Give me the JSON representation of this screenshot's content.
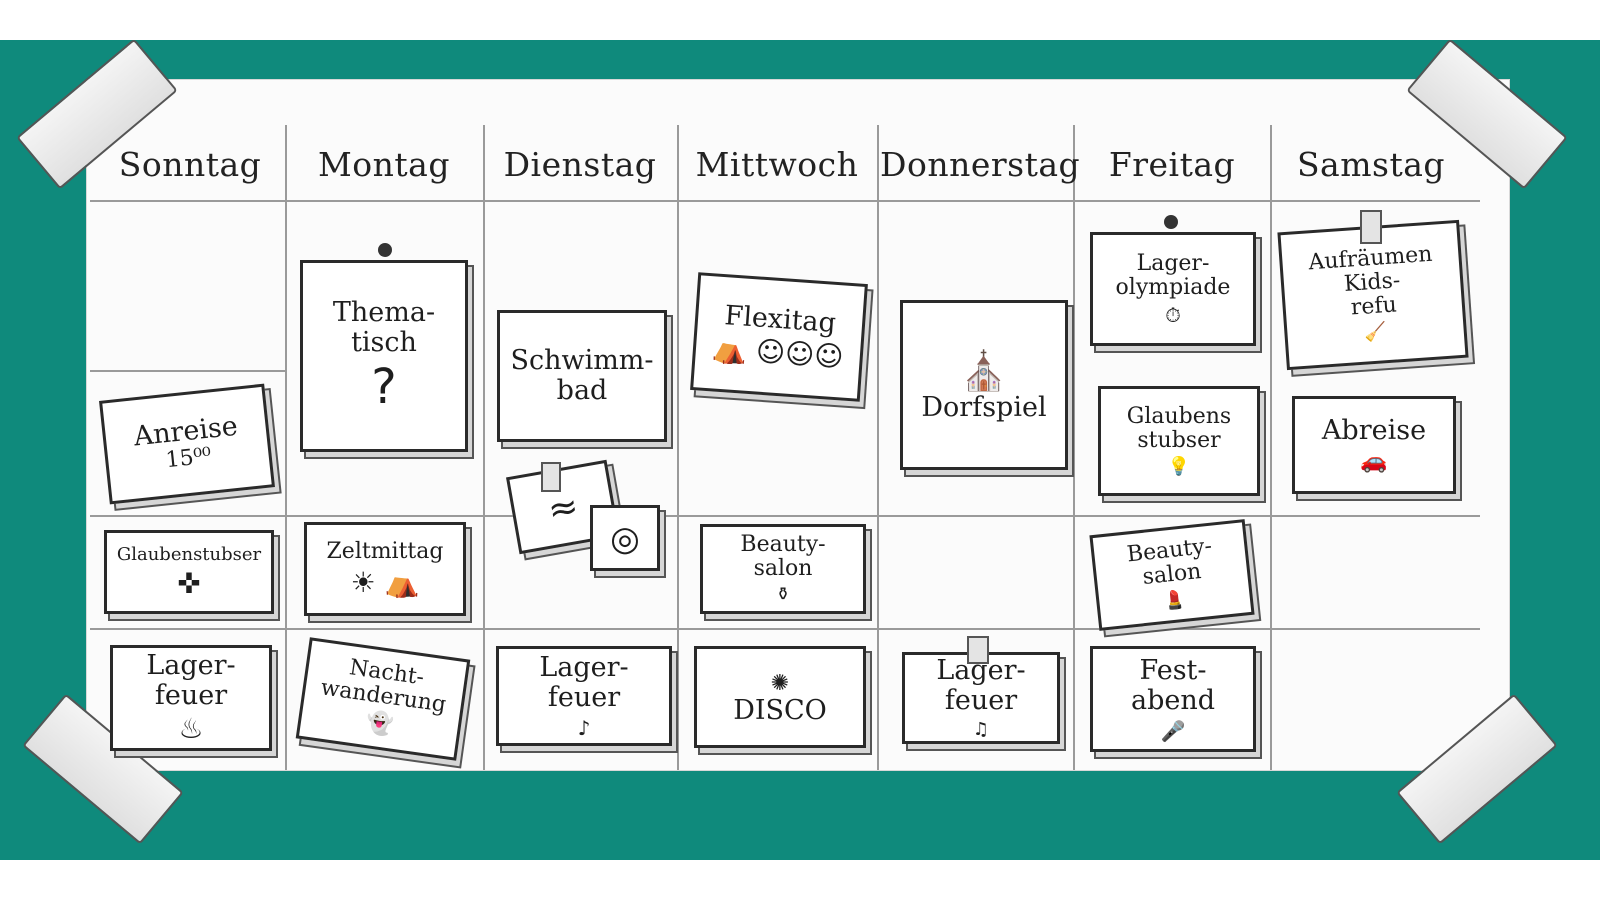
{
  "days": [
    "Sonntag",
    "Montag",
    "Dienstag",
    "Mittwoch",
    "Donnerstag",
    "Freitag",
    "Samstag"
  ],
  "cards": {
    "anreise": {
      "title": "Anreise",
      "time": "15⁰⁰"
    },
    "glaubenstubser_so": {
      "title": "Glaubenstubser",
      "icon": "cross-icon"
    },
    "lagerfeuer_so": {
      "title": "Lager-\nfeuer",
      "icon": "fire-icon"
    },
    "thematisch": {
      "title": "Thema-\ntisch",
      "icon_glyph": "?"
    },
    "zeltmittag": {
      "title": "Zeltmittag",
      "icon": "sun-tent-icon"
    },
    "nachtwanderung": {
      "title": "Nacht-\nwanderung",
      "icon": "ghost-icon"
    },
    "schwimmbad": {
      "title": "Schwimm-\nbad"
    },
    "wave_image": {
      "icon": "wave-icon"
    },
    "lifebuoy_image": {
      "icon": "lifebuoy-icon"
    },
    "lagerfeuer_di": {
      "title": "Lager-\nfeuer",
      "icon": "music-note-icon"
    },
    "flexitag": {
      "title": "Flexitag",
      "icon": "tent-kids-icon"
    },
    "beautysalon_mi": {
      "title": "Beauty-\nsalon",
      "icon": "cosmetics-icon"
    },
    "disco": {
      "title": "DISCO",
      "icon": "disco-ball-icon"
    },
    "dorfspiel": {
      "title": "Dorfspiel",
      "icon": "village-icon"
    },
    "lagerfeuer_do": {
      "title": "Lager-\nfeuer",
      "icon": "songbook-icon"
    },
    "lagerolympiade": {
      "title": "Lager-\nolympiade",
      "icon": "stopwatch-icon"
    },
    "glaubensstubser_fr": {
      "title": "Glaubens\nstubser",
      "icon": "lamp-icon"
    },
    "beautysalon_fr": {
      "title": "Beauty-\nsalon",
      "icon": "lipstick-icon"
    },
    "festabend": {
      "title": "Fest-\nabend",
      "icon": "microphone-icon"
    },
    "aufraeumen": {
      "title": "Aufräumen\nKids-\nrefu",
      "icon": "broom-icon"
    },
    "abreise": {
      "title": "Abreise",
      "icon": "car-icon"
    }
  },
  "colors": {
    "board": "#0f8a7c",
    "line": "#9a9a9a",
    "ink": "#222222"
  }
}
